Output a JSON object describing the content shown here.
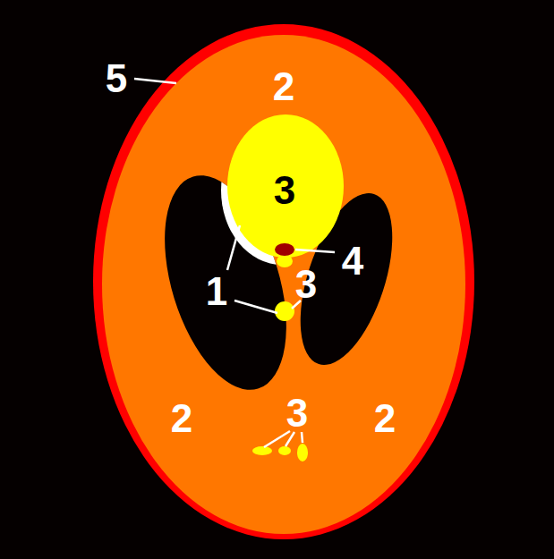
{
  "diagram": {
    "labels": [
      "5",
      "2",
      "3",
      "4",
      "1",
      "3",
      "3",
      "2",
      "2"
    ]
  }
}
